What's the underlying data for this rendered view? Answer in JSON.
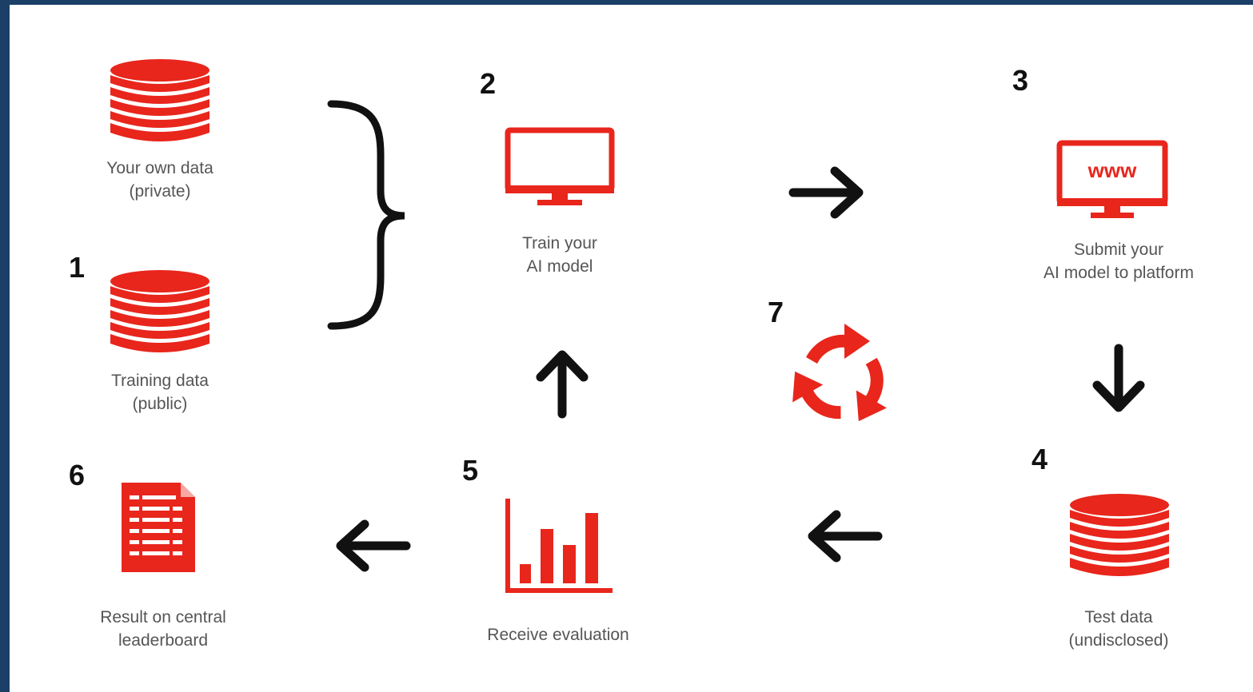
{
  "steps": {
    "s1": {
      "number": "1",
      "label_line1": "Training data",
      "label_line2": "(public)"
    },
    "private": {
      "label_line1": "Your own data",
      "label_line2": "(private)"
    },
    "s2": {
      "number": "2",
      "label_line1": "Train your",
      "label_line2": "AI model"
    },
    "s3": {
      "number": "3",
      "label_line1": "Submit  your",
      "label_line2": "AI model to platform",
      "screen_text": "www"
    },
    "s4": {
      "number": "4",
      "label_line1": "Test data",
      "label_line2": "(undisclosed)"
    },
    "s5": {
      "number": "5",
      "label_line1": "Receive evaluation"
    },
    "s6": {
      "number": "6",
      "label_line1": "Result on central",
      "label_line2": "leaderboard"
    },
    "s7": {
      "number": "7"
    }
  },
  "colors": {
    "accent": "#e8261c",
    "arrow": "#111111",
    "frame": "#1b3f66"
  },
  "icons": {
    "data": "database-icon",
    "train": "monitor-icon",
    "submit": "browser-monitor-icon",
    "evaluate": "bar-chart-icon",
    "result": "document-list-icon",
    "cycle": "cycle-arrows-icon"
  }
}
